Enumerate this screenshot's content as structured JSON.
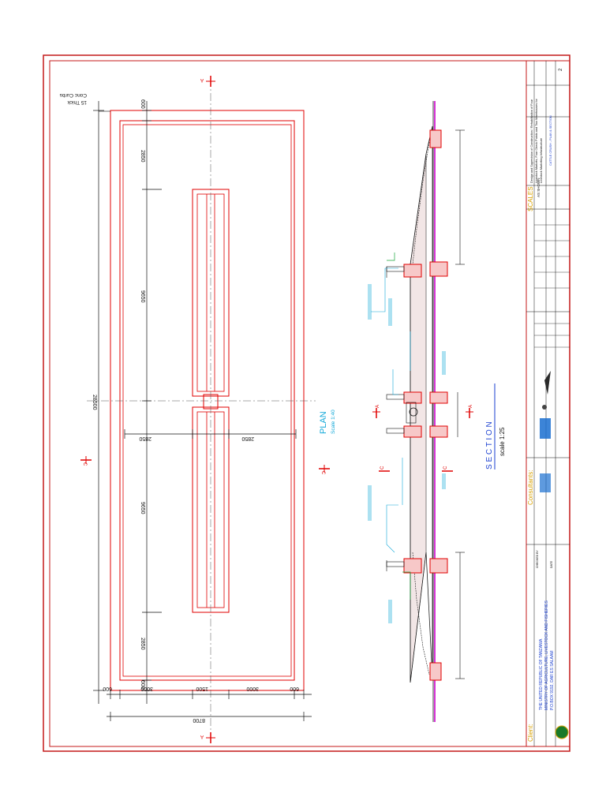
{
  "plan": {
    "title": "PLAN",
    "scale": "Scale 1:40",
    "overall_length": "28500",
    "overall_width": "8700",
    "curb_note_line1": "15 Thick",
    "curb_note_line2": "Conc Curbs",
    "dims_long": [
      "600",
      "2850",
      "9650",
      "9650",
      "2850",
      "600"
    ],
    "dims_short": [
      "600",
      "3000",
      "1500",
      "3000",
      "600"
    ],
    "dims_inner": [
      "2850",
      "2850"
    ],
    "section_marks": {
      "a": "A",
      "c": "C"
    }
  },
  "section": {
    "title": "S E C T I O N",
    "scale": "scale 1:25",
    "marks": {
      "a": "A",
      "c": "C"
    }
  },
  "title_block": {
    "client_heading": "Client:",
    "client_line1": "THE UNITED REPUBLIC OF TANZANIA",
    "client_line2": "MINISTRY OF AGRICULTURE, LIVESTOCK AND FISHERIES",
    "client_line3": "P.O.BOX 9192, DAR ES SALAAM",
    "consultants_heading": "Consultants:",
    "scales_heading": "SCALES",
    "scales_value": "AS SHOWN",
    "project_line1": "Design and Supervision of Construction / Rehabilitation of Four",
    "project_line2": "Livestock Markets, Four Check Points and Two Warehouses for",
    "project_line3": "Livestock Marketing Infrastructure",
    "drawing_title": "CATTLE CRUSH - PLAN & SECTION",
    "checked_label": "CHECKED BY",
    "date_label": "DATE",
    "sheet_no": "2"
  },
  "colors": {
    "border": "#c41818",
    "line": "#e00000",
    "dim": "#111111",
    "cyan": "#12a8d8",
    "blue": "#1a3fd0",
    "green": "#17a53a",
    "magenta": "#d41bd4",
    "concrete": "#f7c8c8"
  }
}
